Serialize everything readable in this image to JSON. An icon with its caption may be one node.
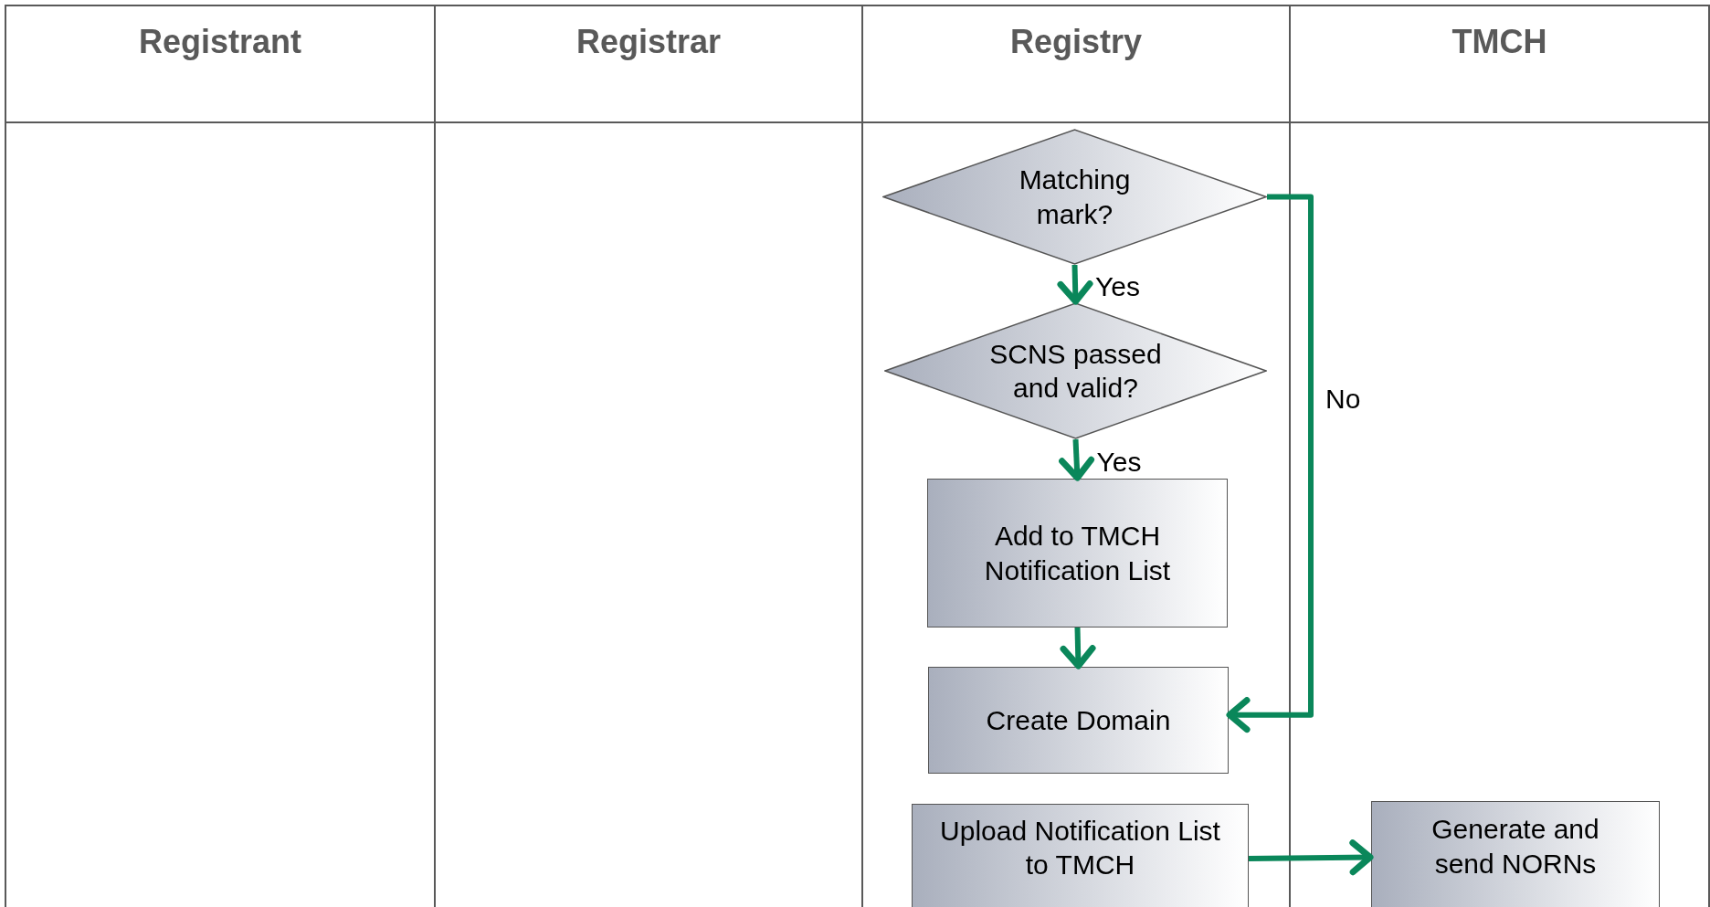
{
  "diagram": {
    "nodes": [
      {
        "text": [
          "Registrant"
        ]
      },
      {
        "text": [
          "Registrar"
        ]
      },
      {
        "text": [
          "Registry"
        ]
      },
      {
        "text": [
          "TMCH"
        ]
      },
      {
        "text": [
          "Matching mark?"
        ],
        "in": 2
      },
      {
        "text": [
          "SCNS passed and valid?"
        ],
        "in": 2
      },
      {
        "text": [
          "Add to TMCH Notification List"
        ],
        "in": 2
      },
      {
        "text": [
          "Create Domain"
        ],
        "in": 2
      },
      {
        "text": [
          "Upload Notification List to TMCH"
        ],
        "in": 2
      },
      {
        "text": [
          "Generate and send NORNs"
        ],
        "in": 3
      }
    ],
    "edges": [
      {
        "from": 4,
        "to": 5,
        "arrow": "to",
        "label": "Yes"
      },
      {
        "from": 5,
        "to": 6,
        "arrow": "to",
        "label": "Yes"
      },
      {
        "from": 6,
        "to": 7,
        "arrow": "to"
      },
      {
        "from": 4,
        "to": 7,
        "arrow": "to",
        "label": "No"
      },
      {
        "from": 8,
        "to": 9,
        "arrow": "to"
      }
    ]
  }
}
